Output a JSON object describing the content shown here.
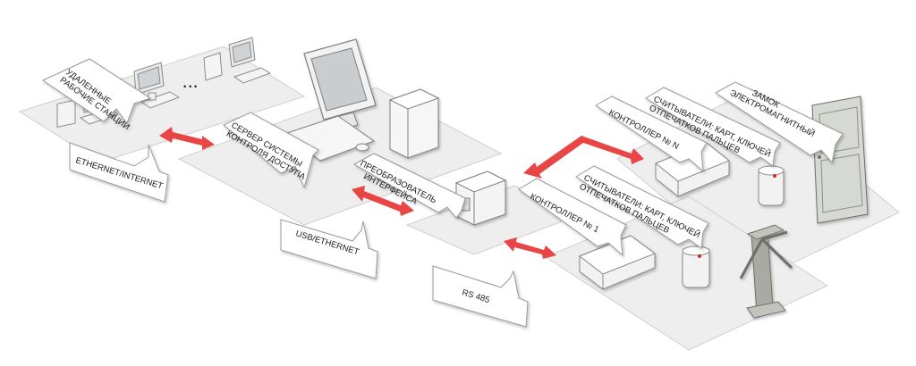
{
  "labels": {
    "remote_workstations": [
      "УДАЛЕННЫЕ",
      "РАБОЧИЕ СТАНЦИИ"
    ],
    "server": [
      "СЕРВЕР СИСТЕМЫ",
      "КОНТРОЛЯ ДОСТУПА"
    ],
    "converter": [
      "ПРЕОБРАЗОВАТЕЛЬ",
      "ИНТЕРФЕЙСА"
    ],
    "controller_n": "КОНТРОЛЛЕР № N",
    "controller_1": "КОНТРОЛЛЕР № 1",
    "readers_n": [
      "СЧИТЫВАТЕЛИ: КАРТ, КЛЮЧЕЙ",
      "ОТПЕЧАТКОВ ПАЛЬЦЕВ"
    ],
    "readers_1": [
      "СЧИТЫВАТЕЛИ: КАРТ, КЛЮЧЕЙ",
      "ОТПЕЧАТКОВ ПАЛЬЦЕВ"
    ],
    "lock": [
      "ЗАМОК",
      "ЭЛЕКТРОМАГНИТНЫЙ"
    ]
  },
  "connections": {
    "ethernet": "ETHERNET/INTERNET",
    "usb": "USB/ETHERNET",
    "rs485": "RS 485"
  },
  "dots": "• • •",
  "colors": {
    "arrow": "#e84545",
    "platform": "#eeeeee",
    "platform_edge": "#cfcfcf",
    "callout": "#ffffff",
    "callout_border": "#9a9a9a",
    "device": "#f4f4f4",
    "device_edge": "#8a8a8a",
    "door": "#d6d8d3",
    "turnstile": "#a9aaa3",
    "led": "#e02020"
  }
}
